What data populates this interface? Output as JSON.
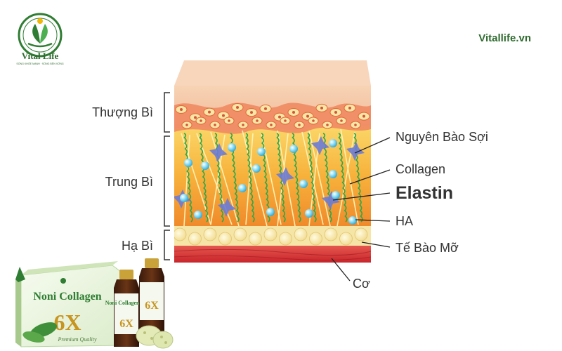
{
  "brand": {
    "name": "Vital Life",
    "tagline": "SỐNG KHỎE MẠNH · SỐNG BỀN VỮNG",
    "website": "Vitallife.vn"
  },
  "layers": {
    "epidermis": "Thượng Bì",
    "dermis": "Trung Bì",
    "hypodermis": "Hạ Bì"
  },
  "components": {
    "fibroblast": "Nguyên Bào Sợi",
    "collagen": "Collagen",
    "elastin": "Elastin",
    "ha": "HA",
    "fat_cell": "Tế Bào Mỡ",
    "muscle": "Cơ"
  },
  "product": {
    "box_title": "Noni Collagen",
    "box_badge": "6X",
    "box_subtitle": "Premium Quality",
    "bottle_label": "Noni Collagen 6X"
  },
  "colors": {
    "brand_green": "#2f7d32",
    "skin_top": "#f3c6a2",
    "dermis": "#f6b23a",
    "fat": "#f4e7a6",
    "muscle": "#d8393b"
  }
}
